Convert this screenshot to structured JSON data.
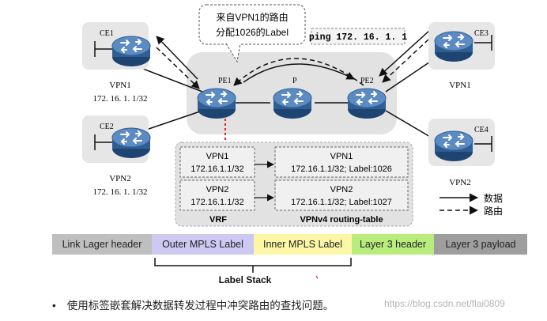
{
  "devices": {
    "ce1": "CE1",
    "ce2": "CE2",
    "ce3": "CE3",
    "ce4": "CE4",
    "pe1": "PE1",
    "p": "P",
    "pe2": "PE2"
  },
  "sites": {
    "left_top_vpn": "VPN1",
    "left_top_ip": "172. 16. 1. 1/32",
    "left_bottom_vpn": "VPN2",
    "left_bottom_ip": "172. 16. 1. 1/32",
    "right_top_vpn": "VPN1",
    "right_bottom_vpn": "VPN2"
  },
  "callout_line1": "来自VPN1的路由",
  "callout_line2": "分配1026的Label",
  "ping_text": "ping 172. 16. 1. 1",
  "vrf": {
    "title": "VRF",
    "entries": [
      {
        "vpn": "VPN1",
        "route": "172.16.1.1/32"
      },
      {
        "vpn": "VPN2",
        "route": "172.16.1.1/32"
      }
    ]
  },
  "vpnv4": {
    "title": "VPNv4 routing-table",
    "entries": [
      {
        "vpn": "VPN1",
        "route": "172.16.1.1/32; Label:1026"
      },
      {
        "vpn": "VPN2",
        "route": "172.16.1.1/32; Label:1027"
      }
    ]
  },
  "legend": {
    "data": "数据",
    "route": "路由"
  },
  "label_stack": {
    "segments": [
      "Link Lager header",
      "Outer MPLS Label",
      "Inner MPLS Label",
      "Layer 3 header",
      "Layer 3 payload"
    ],
    "caption": "Label Stack"
  },
  "bullet": "使用标签嵌套解决数据转发过程中冲突路由的查找问题。",
  "watermark": "https://blog.csdn.net/flai0809",
  "colors": {
    "router_body": "#2f5e94",
    "router_top": "#5c8bc2",
    "panel_bg": "#e2e2e2",
    "seg_link": "#bfbfbf",
    "seg_outer": "#cdc9f2",
    "seg_inner": "#fbf7a7",
    "seg_l3h": "#b8ed7d",
    "seg_l3p": "#9e9e9e",
    "red_marker": "#e02020"
  },
  "icons": [
    "router-icon",
    "arrow-solid-icon",
    "arrow-dashed-icon"
  ]
}
